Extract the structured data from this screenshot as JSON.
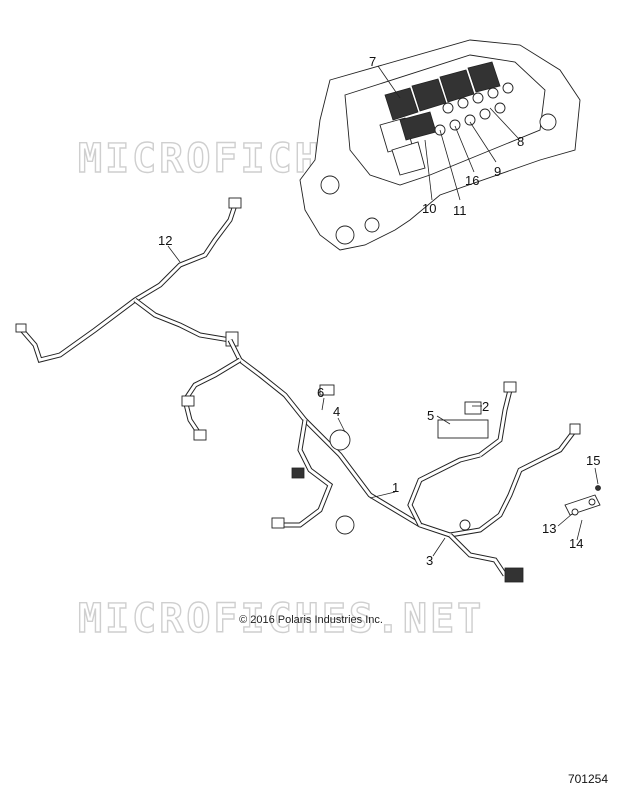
{
  "watermark": "MICROFICHES.NET",
  "copyright": "© 2016 Polaris Industries Inc.",
  "drawing_number": "701254",
  "callouts": {
    "c1": "1",
    "c2": "2",
    "c3": "3",
    "c4": "4",
    "c5": "5",
    "c6": "6",
    "c7": "7",
    "c8": "8",
    "c9": "9",
    "c10": "10",
    "c11": "11",
    "c12": "12",
    "c13": "13",
    "c14": "14",
    "c15": "15",
    "c16": "16"
  }
}
